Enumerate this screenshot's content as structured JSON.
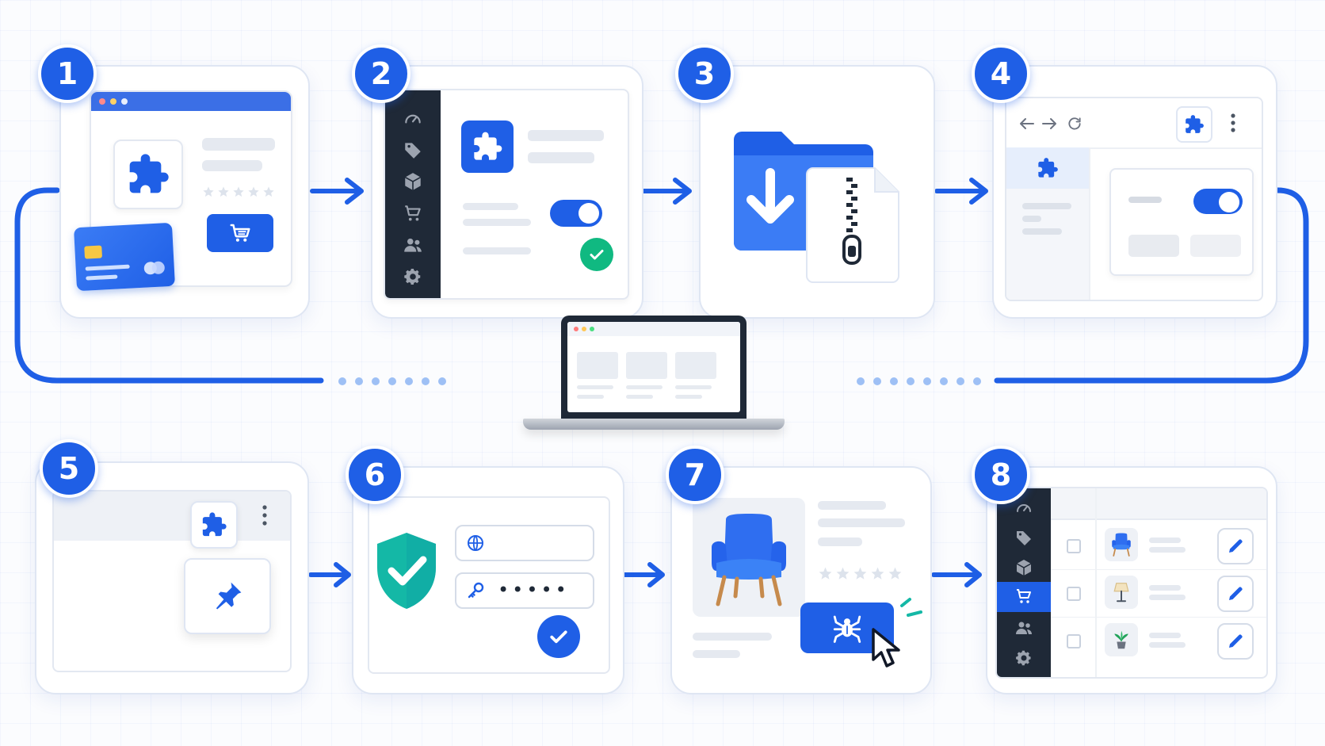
{
  "steps": [
    {
      "number": "1",
      "icon": "puzzle-cart-card-icon"
    },
    {
      "number": "2",
      "icon": "admin-toggle-icon"
    },
    {
      "number": "3",
      "icon": "folder-zip-download-icon"
    },
    {
      "number": "4",
      "icon": "browser-extension-toggle-icon"
    },
    {
      "number": "5",
      "icon": "pin-extension-icon"
    },
    {
      "number": "6",
      "icon": "shield-login-icon"
    },
    {
      "number": "7",
      "icon": "product-scrape-icon"
    },
    {
      "number": "8",
      "icon": "product-table-icon"
    }
  ],
  "login": {
    "password_mask": "•••••"
  },
  "colors": {
    "primary": "#1f5fe6",
    "dark_sidebar": "#1f2937",
    "success": "#10b981",
    "shield": "#14b8a6",
    "border": "#dfe6f3"
  }
}
